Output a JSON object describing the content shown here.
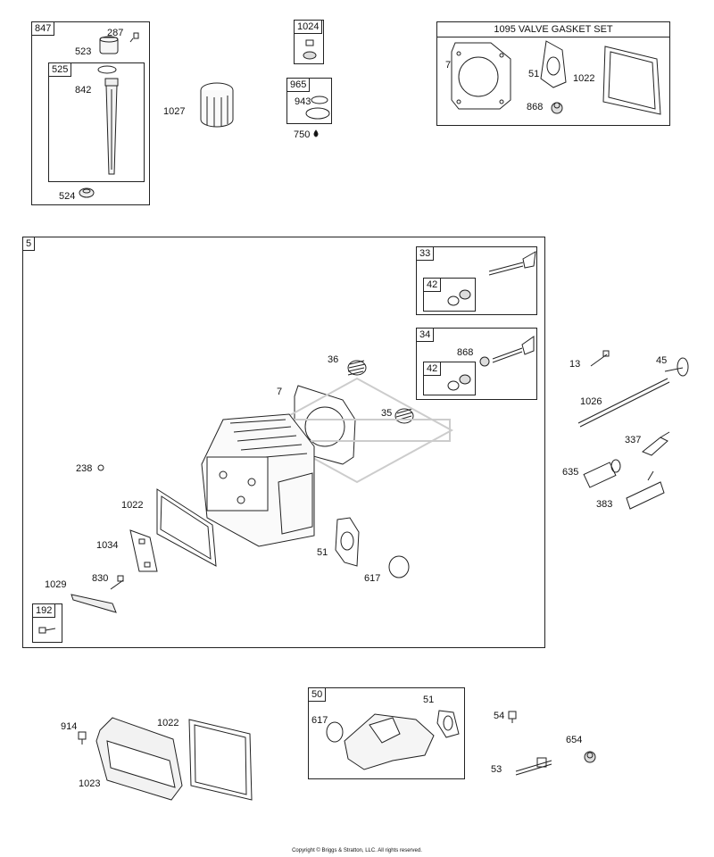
{
  "gasket_set": {
    "title": "1095 VALVE GASKET SET"
  },
  "box_labels": {
    "b847": "847",
    "b525": "525",
    "b1024": "1024",
    "b965": "965",
    "b5": "5",
    "b33": "33",
    "b42a": "42",
    "b34": "34",
    "b42b": "42",
    "b192": "192",
    "b50": "50"
  },
  "part_labels": {
    "p287": "287",
    "p523": "523",
    "p842": "842",
    "p524": "524",
    "p1027": "1027",
    "p943": "943",
    "p750": "750",
    "p7a": "7",
    "p51a": "51",
    "p1022a": "1022",
    "p868a": "868",
    "p36": "36",
    "p7b": "7",
    "p35": "35",
    "p238": "238",
    "p1022b": "1022",
    "p1034": "1034",
    "p830": "830",
    "p1029": "1029",
    "p51b": "51",
    "p617a": "617",
    "p868b": "868",
    "p13": "13",
    "p45": "45",
    "p1026": "1026",
    "p337": "337",
    "p635": "635",
    "p383": "383",
    "p914": "914",
    "p1022c": "1022",
    "p1023": "1023",
    "p617b": "617",
    "p51c": "51",
    "p54": "54",
    "p654": "654",
    "p53": "53"
  },
  "copyright": "Copyright © Briggs & Stratton, LLC. All rights reserved."
}
